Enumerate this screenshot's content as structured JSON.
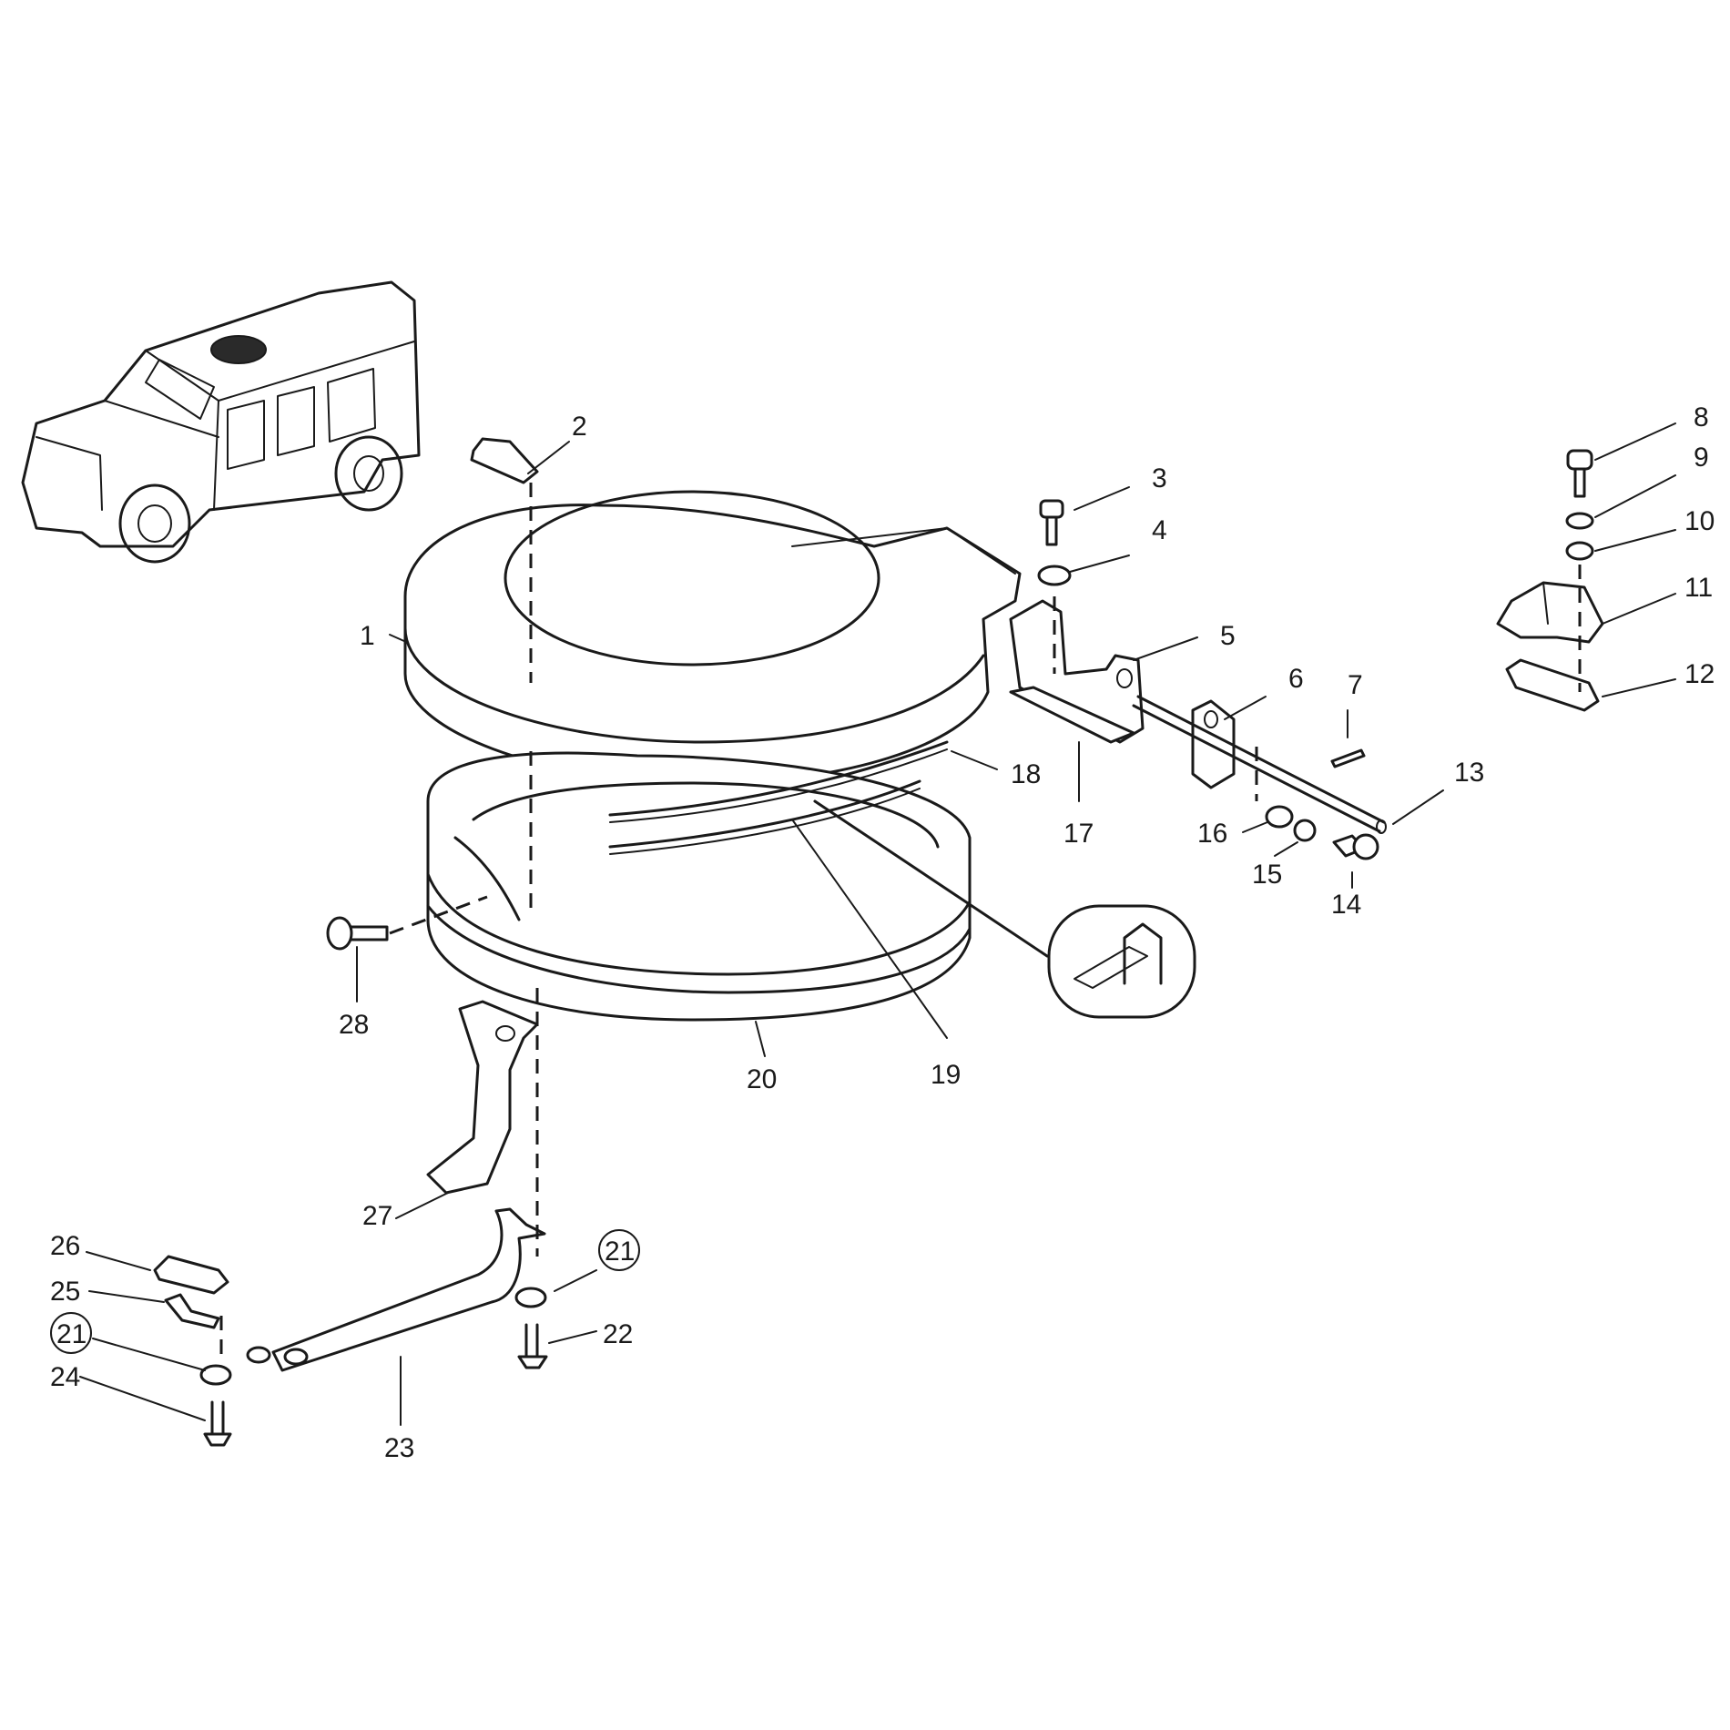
{
  "diagram": {
    "labels": [
      "1",
      "2",
      "3",
      "4",
      "5",
      "6",
      "7",
      "8",
      "9",
      "10",
      "11",
      "12",
      "13",
      "14",
      "15",
      "16",
      "17",
      "18",
      "19",
      "20",
      "21",
      "21",
      "22",
      "23",
      "24",
      "25",
      "26",
      "27",
      "28"
    ]
  }
}
